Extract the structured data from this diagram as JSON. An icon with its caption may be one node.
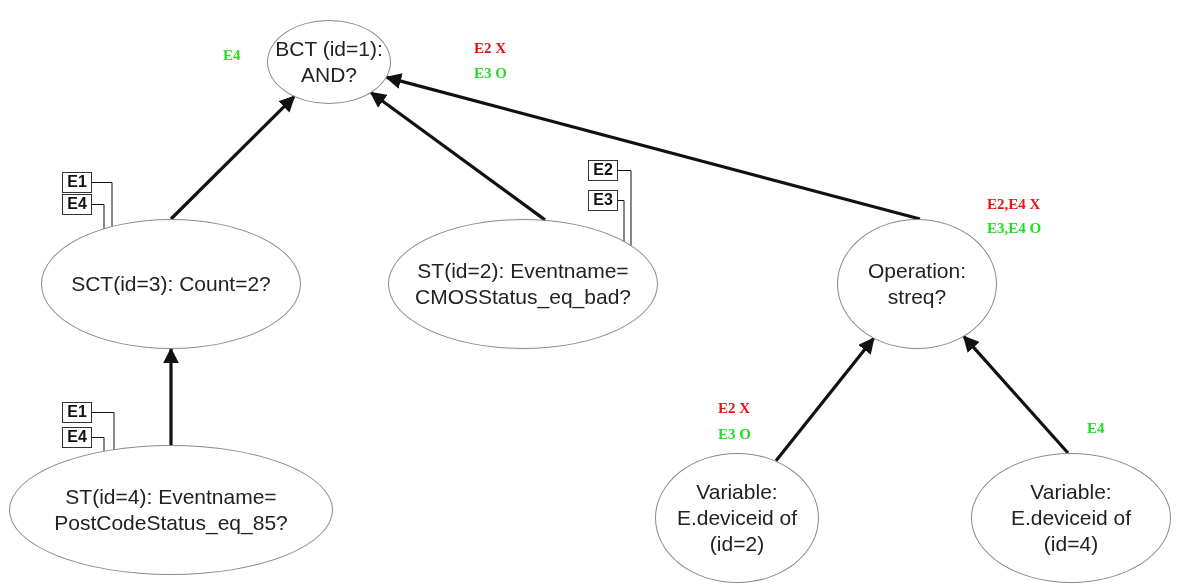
{
  "diagram": {
    "nodes": [
      {
        "text": [
          "BCT (id=1): AND?"
        ]
      },
      {
        "text": [
          "SCT(id=3): Count=2?"
        ]
      },
      {
        "text": [
          "ST(id=2): Eventname= CMOSStatus_eq_bad?"
        ]
      },
      {
        "text": [
          "Operation: streq?"
        ]
      },
      {
        "text": [
          "ST(id=4): Eventname= PostCodeStatus_eq_85?"
        ]
      },
      {
        "text": [
          "Variable: E.deviceid of (id=2)"
        ]
      },
      {
        "text": [
          "Variable: E.deviceid of (id=4)"
        ]
      },
      {
        "text": [
          "E1"
        ]
      },
      {
        "text": [
          "E4"
        ]
      },
      {
        "text": [
          "E1"
        ]
      },
      {
        "text": [
          "E4"
        ]
      },
      {
        "text": [
          "E2"
        ]
      },
      {
        "text": [
          "E3"
        ]
      }
    ],
    "edges": [
      {
        "from": 1,
        "to": 0,
        "arrow": "to",
        "style": "thick"
      },
      {
        "from": 2,
        "to": 0,
        "arrow": "to",
        "style": "thick"
      },
      {
        "from": 3,
        "to": 0,
        "arrow": "to",
        "style": "thick"
      },
      {
        "from": 4,
        "to": 1,
        "arrow": "to",
        "style": "thick"
      },
      {
        "from": 5,
        "to": 3,
        "arrow": "to",
        "style": "thick"
      },
      {
        "from": 6,
        "to": 3,
        "arrow": "to",
        "style": "thick"
      },
      {
        "from": 7,
        "to": 1,
        "arrow": "none"
      },
      {
        "from": 8,
        "to": 1,
        "arrow": "none"
      },
      {
        "from": 9,
        "to": 4,
        "arrow": "none"
      },
      {
        "from": 10,
        "to": 4,
        "arrow": "none"
      },
      {
        "from": 11,
        "to": 2,
        "arrow": "none"
      },
      {
        "from": 12,
        "to": 2,
        "arrow": "none"
      }
    ],
    "labels": [
      "E4",
      "E2 X",
      "E3 O",
      "E2,E4 X",
      "E3,E4 O",
      "E2 X",
      "E3 O",
      "E4"
    ]
  }
}
